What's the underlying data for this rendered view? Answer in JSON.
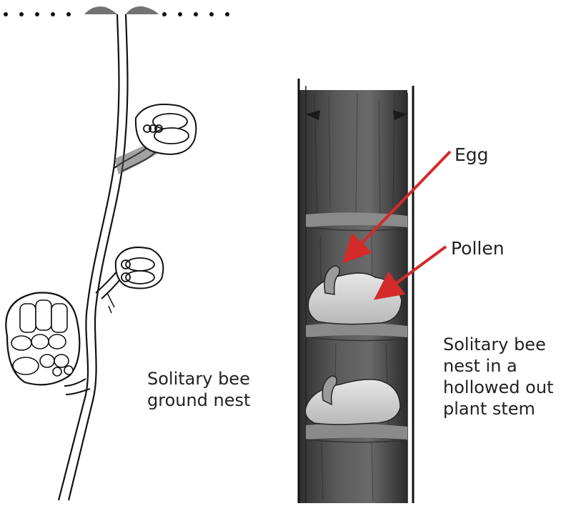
{
  "diagram": {
    "ground_nest_caption": "Solitary bee\nground nest",
    "stem_nest_caption": "Solitary bee\nnest in a\nhollowed out\nplant stem",
    "labels": {
      "egg": "Egg",
      "pollen": "Pollen"
    },
    "colors": {
      "arrow": "#d42a2a",
      "line": "#111111",
      "stem_dark": "#3a3a3a",
      "pollen": "#cfcfcf"
    }
  }
}
